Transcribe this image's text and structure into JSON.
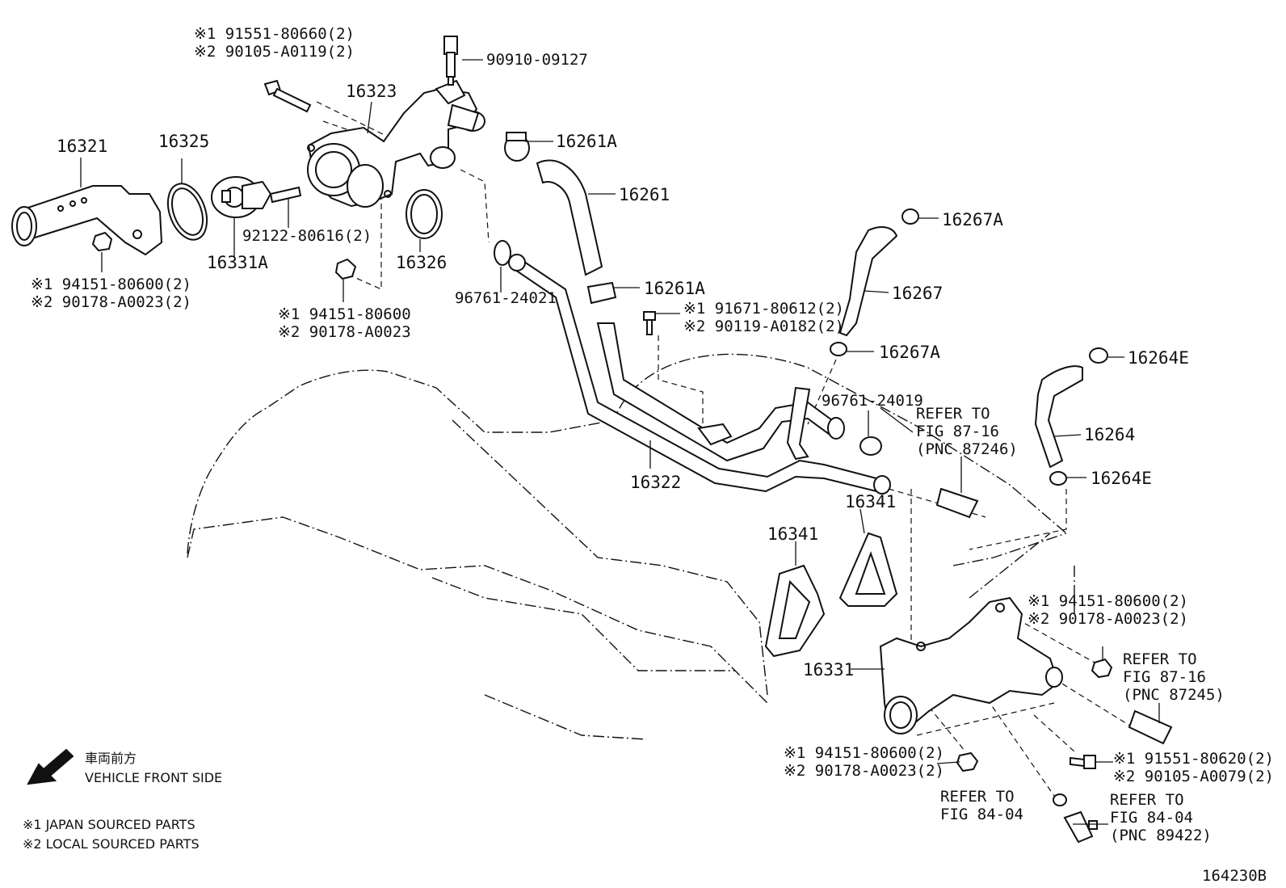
{
  "part_labels": {
    "p16321": "16321",
    "p16325": "16325",
    "p16323": "16323",
    "p16331A": "16331A",
    "p16326": "16326",
    "p16261A_top": "16261A",
    "p16261": "16261",
    "p16261A_bottom": "16261A",
    "p16267A_top": "16267A",
    "p16267": "16267",
    "p16267A_bottom": "16267A",
    "p16264E_top": "16264E",
    "p16264": "16264",
    "p16264E_bottom": "16264E",
    "p16322": "16322",
    "p16341_a": "16341",
    "p16341_b": "16341",
    "p16331": "16331",
    "p90910": "90910-09127",
    "p92122": "92122-80616(2)",
    "p96761_24021": "96761-24021",
    "p96761_24019": "96761-24019",
    "fig_no": "164230B"
  },
  "callouts": {
    "bolt_top": [
      "※1  91551-80660(2)",
      "※2  90105-A0119(2)"
    ],
    "nut_left": [
      "※1 94151-80600(2)",
      "※2 90178-A0023(2)"
    ],
    "nut_mid": [
      "※1 94151-80600",
      "※2 90178-A0023"
    ],
    "bolt_mid": [
      "※1 91671-80612(2)",
      "※2 90119-A0182(2)"
    ],
    "nut_right": [
      "※1 94151-80600(2)",
      "※2 90178-A0023(2)"
    ],
    "nut_bottom": [
      "※1 94151-80600(2)",
      "※2 90178-A0023(2)"
    ],
    "bolt_bottom": [
      "※1 91551-80620(2)",
      "※2 90105-A0079(2)"
    ]
  },
  "refers": {
    "ref_87246": [
      "REFER TO",
      "FIG 87-16",
      "(PNC 87246)"
    ],
    "ref_87245": [
      "REFER TO",
      "FIG 87-16",
      "(PNC 87245)"
    ],
    "ref_8404_a": [
      "REFER TO",
      "FIG 84-04"
    ],
    "ref_89422": [
      "REFER TO",
      "FIG 84-04",
      "(PNC 89422)"
    ]
  },
  "legend": {
    "front_jp": "車両前方",
    "front_en": "VEHICLE FRONT SIDE",
    "japan_parts": "※1 JAPAN SOURCED PARTS",
    "local_parts": "※2 LOCAL SOURCED PARTS"
  }
}
